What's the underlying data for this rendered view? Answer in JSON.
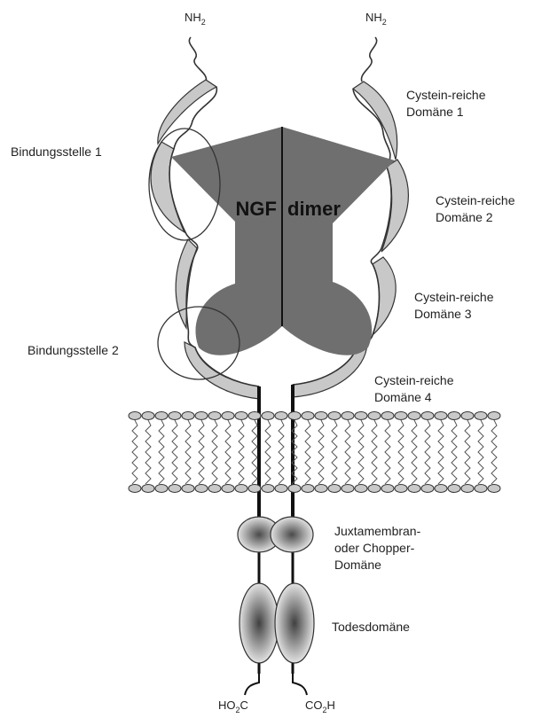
{
  "terminals": {
    "n_left": {
      "base": "NH",
      "sub": "2"
    },
    "n_right": {
      "base": "NH",
      "sub": "2"
    },
    "c_left": {
      "a": "HO",
      "sub": "2",
      "b": "C"
    },
    "c_right": {
      "a": "CO",
      "sub": "2",
      "b": "H"
    }
  },
  "ligand": {
    "left": "NGF",
    "right": "dimer"
  },
  "domains": {
    "crd1": [
      "Cystein-reiche",
      "Domäne 1"
    ],
    "crd2": [
      "Cystein-reiche",
      "Domäne 2"
    ],
    "crd3": [
      "Cystein-reiche",
      "Domäne 3"
    ],
    "crd4": [
      "Cystein-reiche",
      "Domäne 4"
    ],
    "juxta": [
      "Juxtamembran-",
      "oder Chopper-",
      "Domäne"
    ],
    "death": "Todesdomäne"
  },
  "binding_sites": {
    "site1": "Bindungsstelle 1",
    "site2": "Bindungsstelle 2"
  },
  "colors": {
    "ligand": "#6f6f6f",
    "crd": "#c8c8c8",
    "outline": "#333333"
  }
}
